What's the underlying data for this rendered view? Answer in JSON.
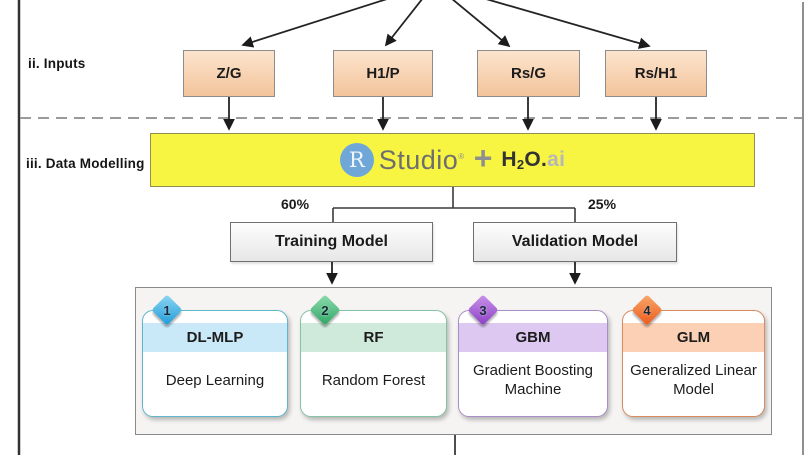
{
  "labels": {
    "inputs_section": "ii. Inputs",
    "modelling_section": "iii. Data Modelling",
    "training_pct": "60%",
    "validation_pct": "25%"
  },
  "inputs": [
    {
      "label": "Z/G"
    },
    {
      "label": "H1/P"
    },
    {
      "label": "Rs/G"
    },
    {
      "label": "Rs/H1"
    }
  ],
  "platform": {
    "r_ball": "R",
    "studio": "Studio",
    "reg_mark": "®",
    "plus": "+",
    "h2o_h": "H",
    "h2o_sub": "2",
    "h2o_o": "O.",
    "h2o_ai": "ai"
  },
  "split_boxes": [
    {
      "label": "Training Model"
    },
    {
      "label": "Validation Model"
    }
  ],
  "models": [
    {
      "num": "1",
      "code": "DL-MLP",
      "name": "Deep Learning",
      "accent": "#5fb7c9",
      "band": "#c9e8f8",
      "d1": "#8ed7f2",
      "d2": "#1e9ad8"
    },
    {
      "num": "2",
      "code": "RF",
      "name": "Random Forest",
      "accent": "#86c2a4",
      "band": "#cfe9da",
      "d1": "#8fdcae",
      "d2": "#2da565"
    },
    {
      "num": "3",
      "code": "GBM",
      "name": "Gradient Boosting Machine",
      "accent": "#a98fc6",
      "band": "#dcc8f0",
      "d1": "#c993e8",
      "d2": "#8b3fc6"
    },
    {
      "num": "4",
      "code": "GLM",
      "name": "Generalized Linear Model",
      "accent": "#d88b5c",
      "band": "#fbd0b4",
      "d1": "#f9a86c",
      "d2": "#ec5a1a"
    }
  ],
  "colors": {
    "input_box_top": "#fce4cd",
    "input_box_bottom": "#f3c49b",
    "platform_bg": "#f7f542",
    "rstudio_ball": "#6fa7d9"
  }
}
